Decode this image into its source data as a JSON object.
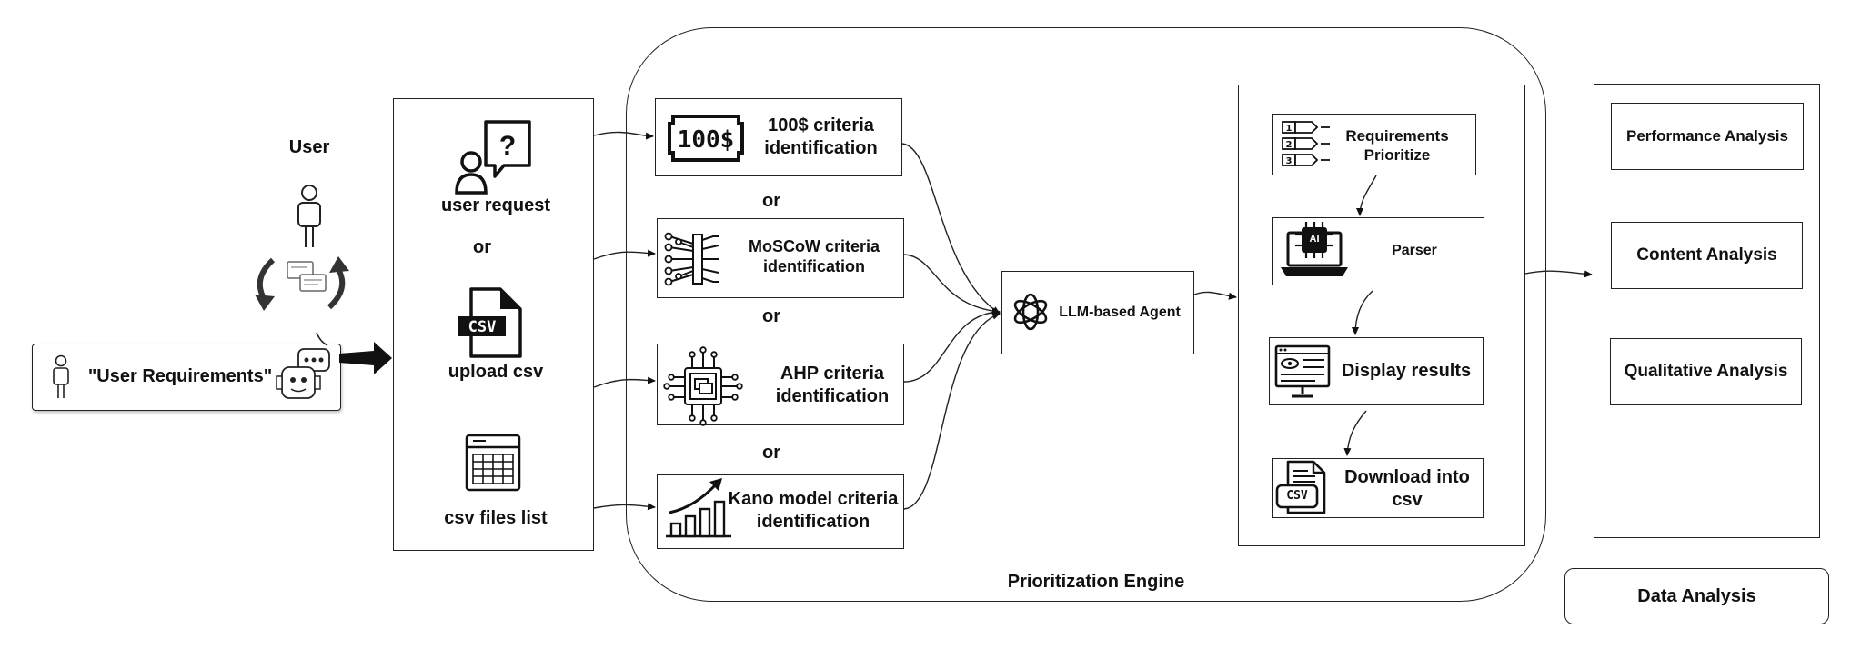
{
  "user": {
    "label": "User",
    "requirements_quote": "\"User Requirements\""
  },
  "input": {
    "user_request": "user request",
    "or": "or",
    "upload_csv": "upload csv",
    "csv_files_list": "csv files list",
    "csv_badge": "CSV"
  },
  "engine": {
    "title": "Prioritization Engine",
    "criteria": [
      {
        "label": "100$ criteria identification",
        "icon": "100-dollar-icon"
      },
      {
        "label": "MoSCoW criteria identification",
        "icon": "neural-network-icon"
      },
      {
        "label": "AHP criteria identification",
        "icon": "chip-icon"
      },
      {
        "label": "Kano model criteria identification",
        "icon": "bar-growth-icon"
      }
    ],
    "or_labels": [
      "or",
      "or",
      "or"
    ],
    "agent": "LLM-based Agent",
    "pipeline": [
      {
        "label": "Requirements Prioritize",
        "icon": "numbered-list-icon"
      },
      {
        "label": "Parser",
        "icon": "ai-laptop-icon"
      },
      {
        "label": "Display results",
        "icon": "monitor-icon"
      },
      {
        "label": "Download into csv",
        "icon": "csv-file-icon"
      }
    ],
    "ai_badge": "AI",
    "csv_badge": "CSV"
  },
  "analysis": {
    "title": "Data Analysis",
    "items": [
      "Performance Analysis",
      "Content Analysis",
      "Qualitative Analysis"
    ]
  }
}
